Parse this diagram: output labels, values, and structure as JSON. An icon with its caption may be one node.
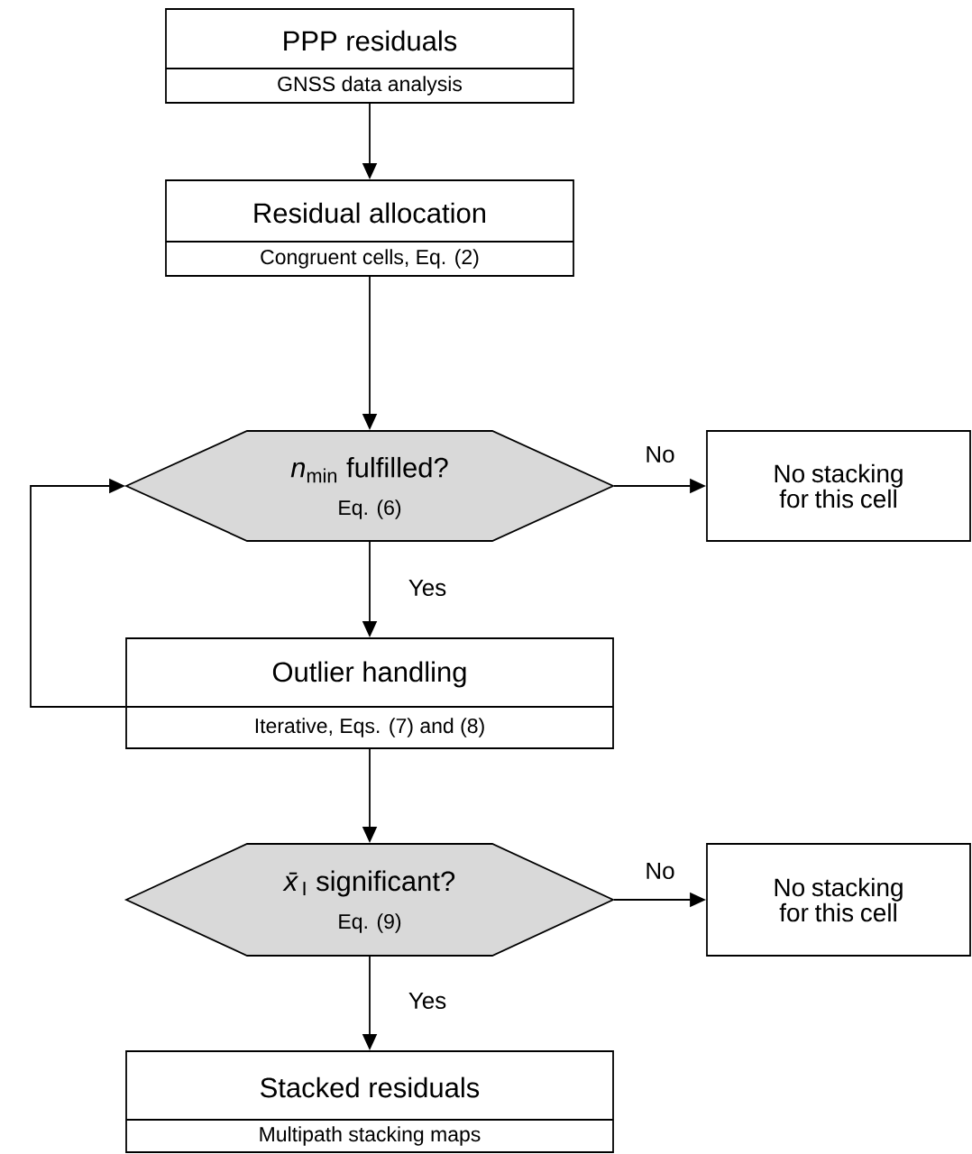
{
  "diagram": {
    "nodes": [
      {
        "text": [
          "PPP residuals",
          "GNSS data analysis"
        ]
      },
      {
        "text": [
          "Residual allocation",
          "Congruent cells, Eq. (2)"
        ]
      },
      {
        "text": [
          "*n*$_{min}$ fulfilled?",
          "Eq. (6)"
        ]
      },
      {
        "text": [
          "No stacking for this cell"
        ]
      },
      {
        "text": [
          "Outlier handling",
          "Iterative, Eqs. (7) and (8)"
        ]
      },
      {
        "text": [
          "*x̄*$_{I}$ significant?",
          "Eq. (9)"
        ]
      },
      {
        "text": [
          "No stacking for this cell"
        ]
      },
      {
        "text": [
          "Stacked residuals",
          "Multipath stacking maps"
        ]
      }
    ],
    "edges": [
      {
        "from": 0,
        "to": 1,
        "arrow": "to"
      },
      {
        "from": 1,
        "to": 2,
        "arrow": "to"
      },
      {
        "from": 2,
        "to": 3,
        "arrow": "to",
        "label": "No"
      },
      {
        "from": 2,
        "to": 4,
        "arrow": "to",
        "label": "Yes"
      },
      {
        "from": 4,
        "to": 2,
        "arrow": "to"
      },
      {
        "from": 4,
        "to": 5,
        "arrow": "to"
      },
      {
        "from": 5,
        "to": 6,
        "arrow": "to",
        "label": "No"
      },
      {
        "from": 5,
        "to": 7,
        "arrow": "to",
        "label": "Yes"
      }
    ]
  }
}
